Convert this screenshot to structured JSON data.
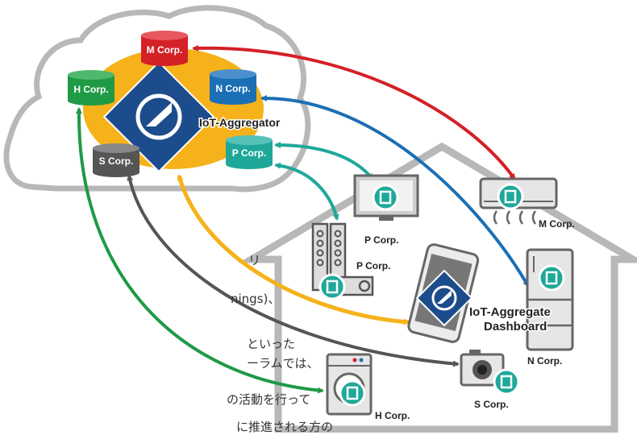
{
  "cloud": {
    "label": "IoT-Aggregator",
    "databases": [
      {
        "label": "M Corp.",
        "color": "#d42027"
      },
      {
        "label": "N Corp.",
        "color": "#1b6fb5"
      },
      {
        "label": "H Corp.",
        "color": "#1f9a45"
      },
      {
        "label": "P Corp.",
        "color": "#1fa89a"
      },
      {
        "label": "S Corp.",
        "color": "#555555"
      }
    ]
  },
  "house": {
    "devices": [
      {
        "label": "P Corp.",
        "icon": "tv-icon"
      },
      {
        "label": "M Corp.",
        "icon": "air-conditioner-icon"
      },
      {
        "label": "P Corp.",
        "icon": "speaker-icon"
      },
      {
        "label": "N Corp.",
        "icon": "refrigerator-icon"
      },
      {
        "label": "S Corp.",
        "icon": "camera-icon"
      },
      {
        "label": "H Corp.",
        "icon": "washing-machine-icon"
      }
    ],
    "dashboard_label_line1": "IoT-Aggregate",
    "dashboard_label_line2": "Dashboard"
  },
  "colors": {
    "yellow": "#f5b21a",
    "red": "#d42027",
    "blue": "#1b6fb5",
    "green": "#1f9a45",
    "teal": "#1fa89a",
    "dark": "#555555",
    "navy": "#1c4c8c"
  },
  "side_text": [
    "リ",
    "nings)、",
    "といった",
    "ーラムでは、",
    "の活動を行って",
    "に推進される方の"
  ]
}
